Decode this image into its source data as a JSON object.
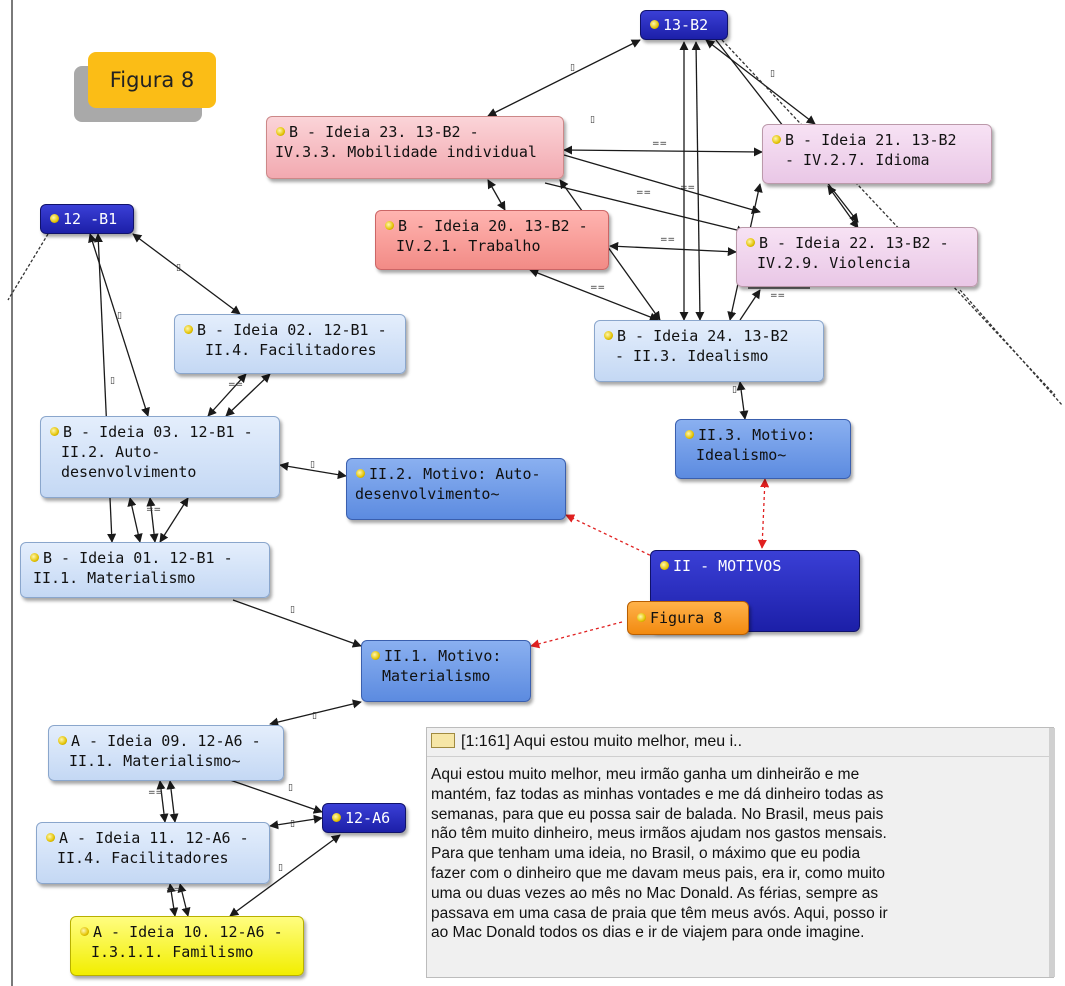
{
  "callout": {
    "label": "Figura 8"
  },
  "nodes": {
    "b13": {
      "label": "13-B2"
    },
    "b12": {
      "label": "12 -B1"
    },
    "ideia23": {
      "line1": "B - Ideia 23. 13-B2  -",
      "line2": "IV.3.3. Mobilidade individual"
    },
    "ideia21": {
      "line1": "B - Ideia 21. 13-B2",
      "line2": "- IV.2.7.  Idioma"
    },
    "ideia20": {
      "line1": "B - Ideia 20. 13-B2  -",
      "line2": "IV.2.1. Trabalho"
    },
    "ideia22": {
      "line1": "B - Ideia 22. 13-B2  -",
      "line2": "IV.2.9. Violencia"
    },
    "ideia24": {
      "line1": "B - Ideia 24. 13-B2",
      "line2": "- II.3. Idealismo"
    },
    "ideia02": {
      "line1": "B - Ideia 02. 12-B1  -",
      "line2": "II.4. Facilitadores"
    },
    "ideia03": {
      "line1": "B - Ideia 03. 12-B1  -",
      "line2": "II.2. Auto-",
      "line3": "desenvolvimento"
    },
    "motivoAuto": {
      "line1": "II.2. Motivo: Auto-",
      "line2": "desenvolvimento~"
    },
    "motivoIdealismo": {
      "line1": "II.3. Motivo:",
      "line2": "Idealismo~"
    },
    "ideia01": {
      "line1": "B - Ideia 01. 12-B1  -",
      "line2": "II.1. Materialismo"
    },
    "motivos": {
      "label": "II - MOTIVOS"
    },
    "figura8": {
      "label": "Figura 8"
    },
    "motivoMaterialismo": {
      "line1": "II.1. Motivo:",
      "line2": "Materialismo"
    },
    "ideia09": {
      "line1": "A - Ideia 09. 12-A6  -",
      "line2": "II.1. Materialismo~"
    },
    "a6": {
      "label": "12-A6"
    },
    "ideia11": {
      "line1": "A - Ideia 11. 12-A6  -",
      "line2": "II.4. Facilitadores"
    },
    "ideia10": {
      "line1": "A - Ideia 10. 12-A6  -",
      "line2": "I.3.1.1.  Familismo"
    }
  },
  "quotation": {
    "header": "[1:161] Aqui estou muito melhor, meu i..",
    "lines": [
      "Aqui estou muito melhor, meu irmão ganha um dinheirão e me",
      "mantém, faz todas as minhas vontades e me dá dinheiro todas as",
      "semanas, para que eu possa sair de balada. No Brasil, meus pais",
      "não têm muito dinheiro, meus irmãos ajudam nos gastos mensais.",
      "Para que tenham uma ideia, no Brasil, o máximo que eu podia",
      "fazer com o dinheiro que me davam meus pais, era ir, como muito",
      "uma ou duas vezes ao mês no Mac Donald. As férias, sempre as",
      "passava em uma casa de praia que têm meus avós. Aqui, posso ir",
      "ao Mac Donald todos os dias e ir de viajem para onde imagine."
    ]
  },
  "link_labels": {
    "equal": "==",
    "box": "▯"
  },
  "colors": {
    "link": "#1a1a1a",
    "red_link": "#e02020",
    "dashed_link": "#333333"
  }
}
